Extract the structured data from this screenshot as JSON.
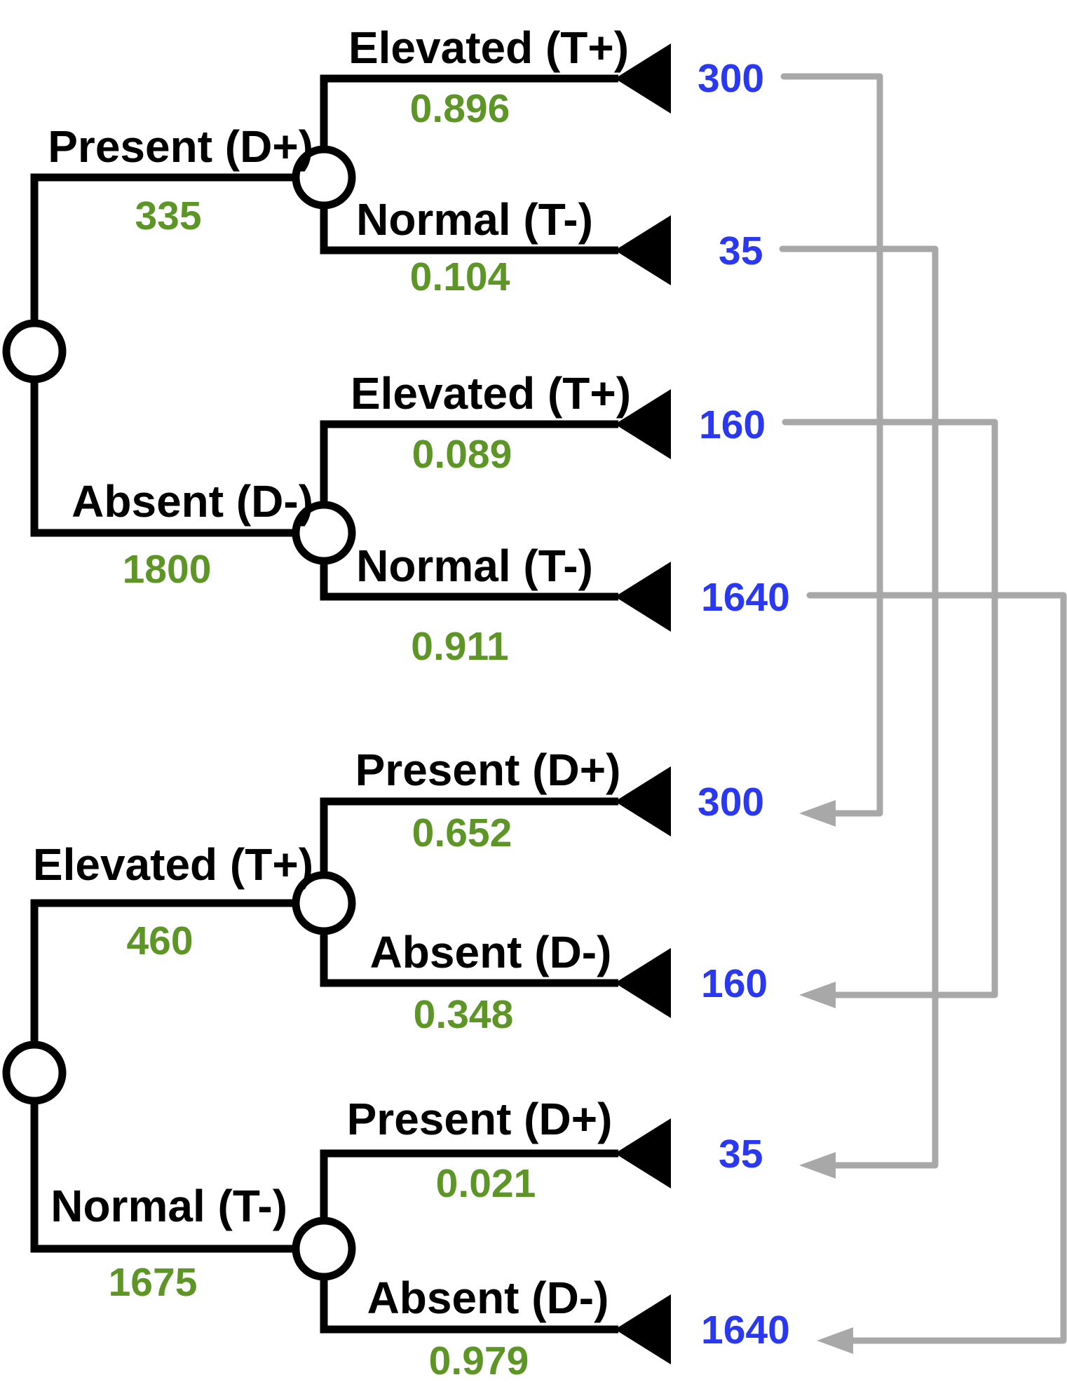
{
  "colors": {
    "tree_lines": "#000000",
    "count_and_probability_text": "#5d9627",
    "leaf_value_text": "#2a38f0",
    "connector_arrows": "#a8a8a8",
    "background": "#ffffff"
  },
  "tree_top": {
    "root_branches": [
      {
        "label": "Present (D+)",
        "count": "335",
        "children": [
          {
            "label": "Elevated (T+)",
            "prob": "0.896",
            "value": "300"
          },
          {
            "label": "Normal (T-)",
            "prob": "0.104",
            "value": "35"
          }
        ]
      },
      {
        "label": "Absent (D-)",
        "count": "1800",
        "children": [
          {
            "label": "Elevated (T+)",
            "prob": "0.089",
            "value": "160"
          },
          {
            "label": "Normal (T-)",
            "prob": "0.911",
            "value": "1640"
          }
        ]
      }
    ]
  },
  "tree_bottom": {
    "root_branches": [
      {
        "label": "Elevated (T+)",
        "count": "460",
        "children": [
          {
            "label": "Present (D+)",
            "prob": "0.652",
            "value": "300"
          },
          {
            "label": "Absent (D-)",
            "prob": "0.348",
            "value": "160"
          }
        ]
      },
      {
        "label": "Normal (T-)",
        "count": "1675",
        "children": [
          {
            "label": "Present (D+)",
            "prob": "0.021",
            "value": "35"
          },
          {
            "label": "Absent (D-)",
            "prob": "0.979",
            "value": "1640"
          }
        ]
      }
    ]
  },
  "connectors": [
    {
      "value": "300"
    },
    {
      "value": "35"
    },
    {
      "value": "160"
    },
    {
      "value": "1640"
    }
  ]
}
